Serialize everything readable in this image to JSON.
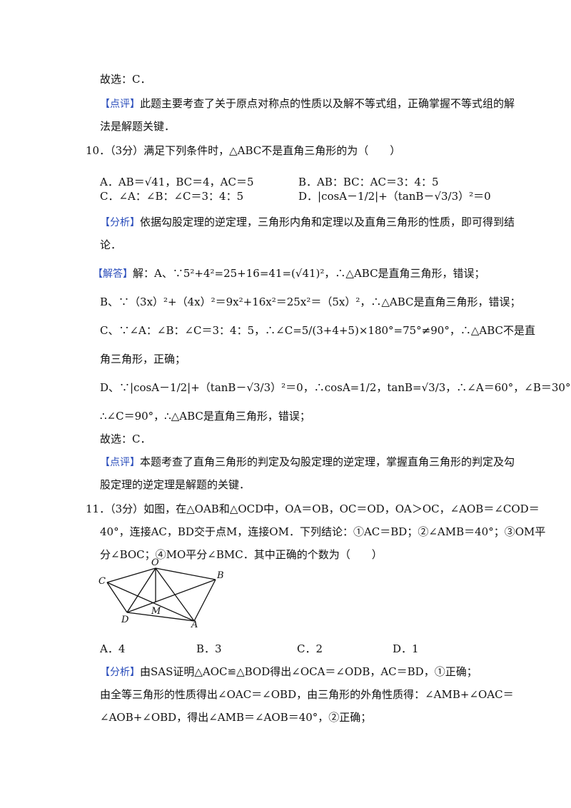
{
  "lines": {
    "l1": "故选：C．",
    "l2_tag": "【点评】",
    "l2": "此题主要考查了关于原点对称点的性质以及解不等式组，正确掌握不等式组的解",
    "l3": "法是解题关键．",
    "q10": "10．（3分）满足下列条件时，△ABC不是直角三角形的为（　　）",
    "q10_a": "A．AB＝√41，BC＝4，AC＝5",
    "q10_b": "B．AB：BC：AC＝3：4：5",
    "q10_c": "C．∠A：∠B：∠C＝3：4：5",
    "q10_d": "D．|cosA－1/2|+（tanB－√3/3）²＝0",
    "fx_tag": "【分析】",
    "fx1": "依据勾股定理的逆定理，三角形内角和定理以及直角三角形的性质，即可得到结",
    "fx2": "论．",
    "jd_tag": "【解答】",
    "jd1": "解：A、∵5²+4²=25+16=41=(√41)²，∴△ABC是直角三角形，错误；",
    "jd2": "B、∵（3x）²+（4x）²＝9x²+16x²＝25x²＝（5x）²，∴△ABC是直角三角形，错误；",
    "jd3": "C、∵∠A：∠B：∠C＝3：4：5，∴∠C=5/(3+4+5)×180°=75°≠90°，∴△ABC不是直",
    "jd4": "角三角形，正确；",
    "jd5": "D、∵|cosA－1/2|+（tanB－√3/3）²＝0，∴cosA=1/2，tanB=√3/3，∴∠A＝60°，∠B＝30°，",
    "jd6": "∴∠C＝90°，∴△ABC是直角三角形，错误；",
    "jd7": "故选：C．",
    "dp_tag": "【点评】",
    "dp1": "本题考查了直角三角形的判定及勾股定理的逆定理，掌握直角三角形的判定及勾",
    "dp2": "股定理的逆定理是解题的关键．",
    "q11_1": "11．（3分）如图，在△OAB和△OCD中，OA＝OB，OC＝OD，OA＞OC，∠AOB＝∠COD＝",
    "q11_2": "40°，连接AC，BD交于点M，连接OM．下列结论：①AC＝BD；②∠AMB＝40°；③OM平",
    "q11_3": "分∠BOC；④MO平分∠BMC．其中正确的个数为（　　）",
    "q11_a": "A．4",
    "q11_b": "B．3",
    "q11_c": "C．2",
    "q11_d": "D．1",
    "fx11_tag": "【分析】",
    "fx11_1": "由SAS证明△AOC≌△BOD得出∠OCA＝∠ODB，AC＝BD，①正确；",
    "fx11_2": "由全等三角形的性质得出∠OAC＝∠OBD，由三角形的外角性质得：∠AMB+∠OAC＝",
    "fx11_3": "∠AOB+∠OBD，得出∠AMB＝∠AOB＝40°，②正确；"
  },
  "figure_labels": {
    "O": "O",
    "B": "B",
    "C": "C",
    "D": "D",
    "M": "M",
    "A": "A"
  },
  "colors": {
    "tag": "#2a4dbb",
    "text": "#111111"
  }
}
